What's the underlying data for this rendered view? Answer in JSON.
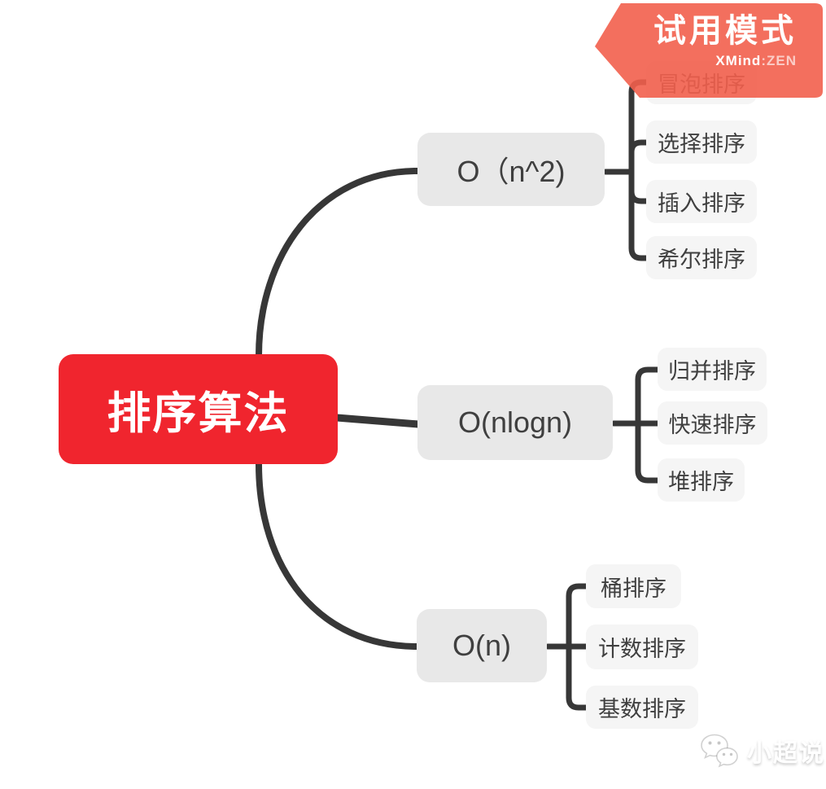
{
  "banner": {
    "title": "试用模式",
    "brand": {
      "name": "XMind",
      "separator": ":",
      "suffix": "ZEN"
    }
  },
  "mindmap": {
    "root": {
      "label": "排序算法"
    },
    "branches": [
      {
        "label": "O（n^2)",
        "children": [
          {
            "label": "冒泡排序"
          },
          {
            "label": "选择排序"
          },
          {
            "label": "插入排序"
          },
          {
            "label": "希尔排序"
          }
        ]
      },
      {
        "label": "O(nlogn)",
        "children": [
          {
            "label": "归并排序"
          },
          {
            "label": "快速排序"
          },
          {
            "label": "堆排序"
          }
        ]
      },
      {
        "label": "O(n)",
        "children": [
          {
            "label": "桶排序"
          },
          {
            "label": "计数排序"
          },
          {
            "label": "基数排序"
          }
        ]
      }
    ]
  },
  "watermark": {
    "label": "小超说",
    "icon": "wechat-icon"
  },
  "colors": {
    "root_bg": "#F0252E",
    "root_text": "#FFFFFF",
    "branch_bg": "#E8E8E8",
    "child_bg": "#F5F5F5",
    "node_text": "#3F3F3F",
    "connector": "#373737",
    "banner_bg": "#F2614E",
    "banner_text": "#FFFFFF"
  }
}
